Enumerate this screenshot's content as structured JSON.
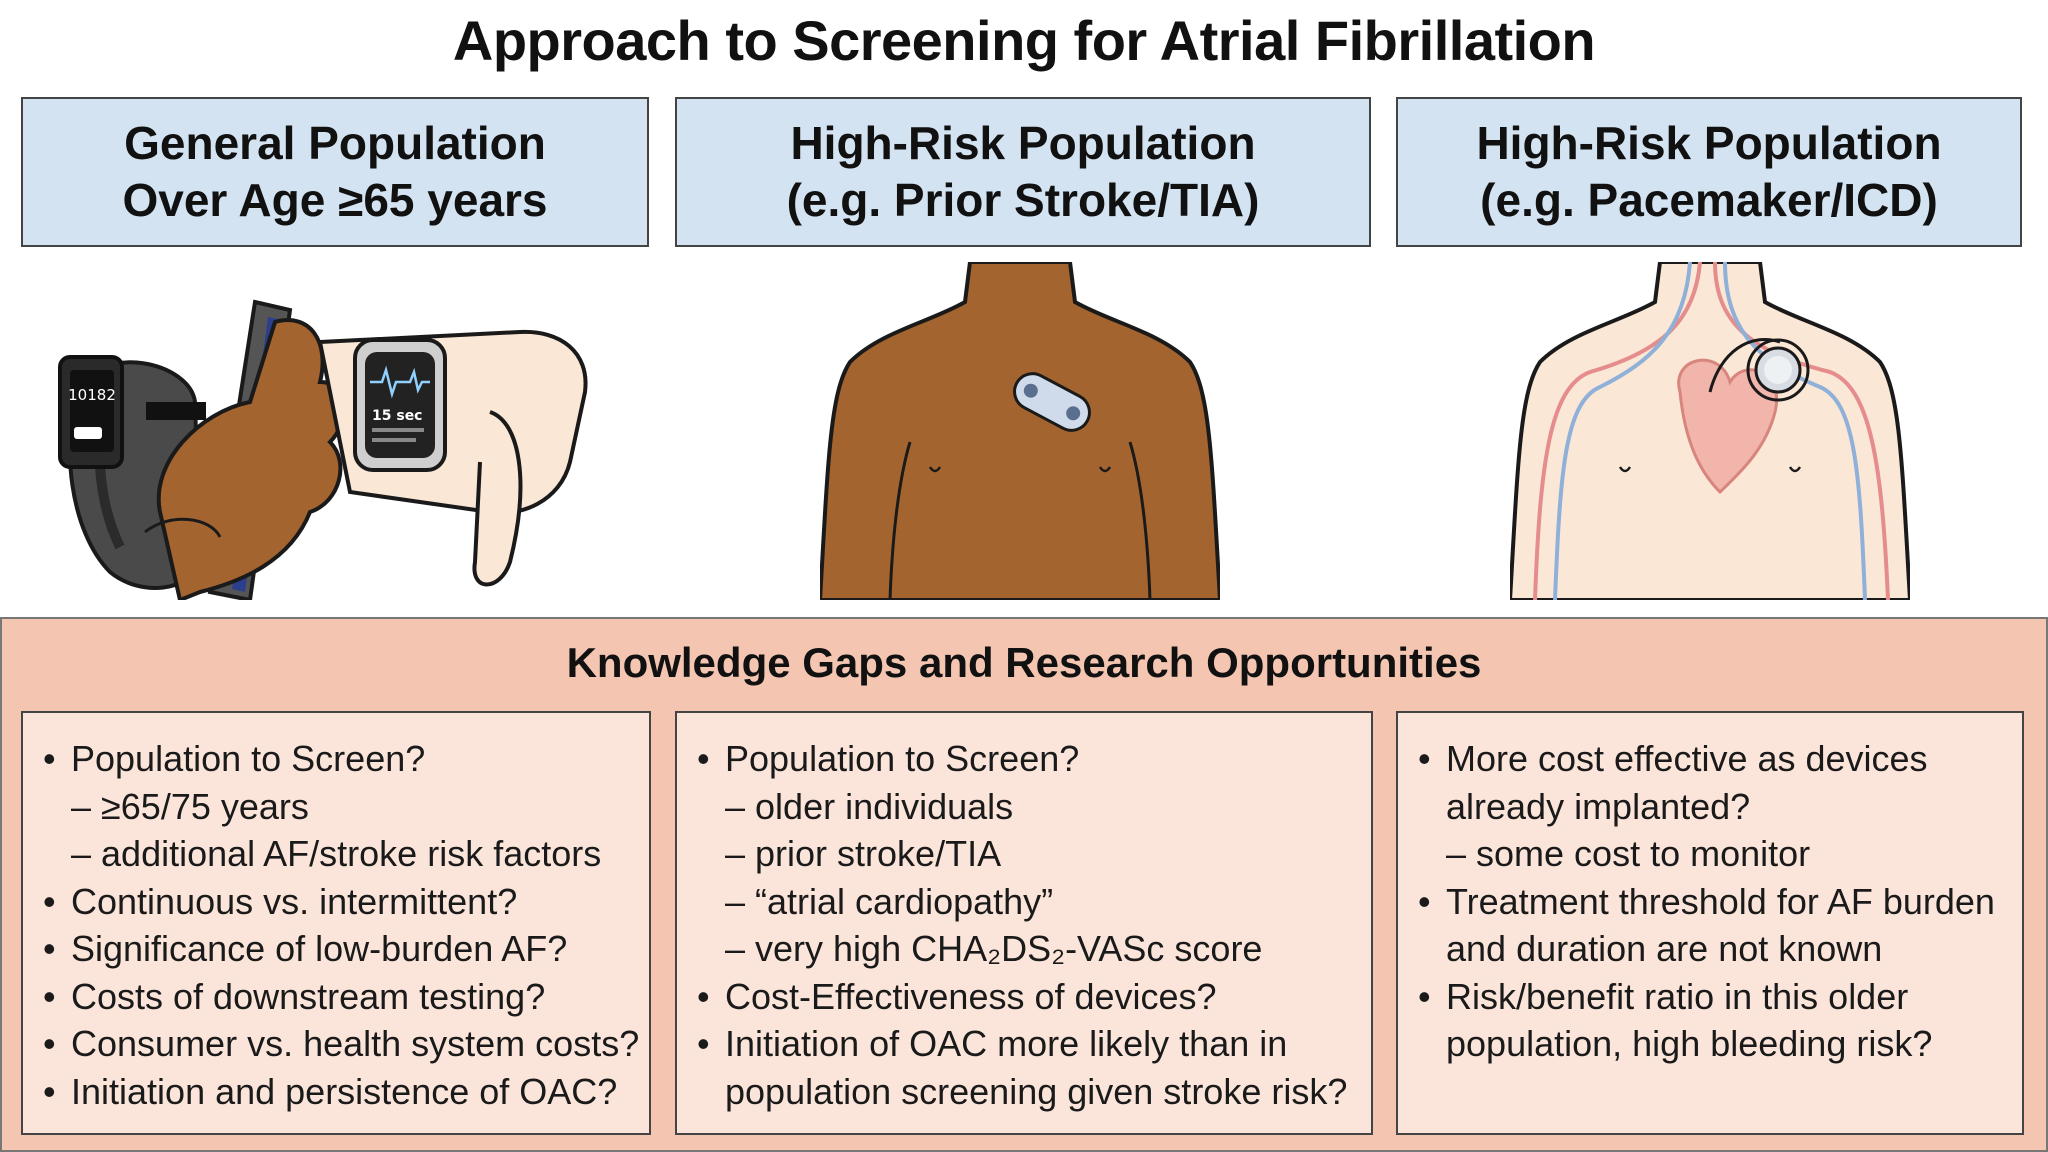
{
  "title": "Approach to Screening for Atrial Fibrillation",
  "headers": [
    {
      "line1": "General Population",
      "line2": "Over Age ≥65 years"
    },
    {
      "line1": "High-Risk Population",
      "line2": "(e.g. Prior Stroke/TIA)"
    },
    {
      "line1": "High-Risk Population",
      "line2": "(e.g. Pacemaker/ICD)"
    }
  ],
  "illustrations": {
    "wearables": {
      "band_display": "10182",
      "watch_label": "15 sec"
    },
    "patch": {},
    "pacemaker": {}
  },
  "colors": {
    "header_bg": "#d3e3f1",
    "panel_bg": "#f4c6b2",
    "box_bg": "#fbe5da",
    "skin_dark": "#a4642f",
    "skin_light": "#fbe7d6"
  },
  "gaps": {
    "title": "Knowledge Gaps and Research Opportunities",
    "col1": [
      {
        "type": "bullet",
        "text": "Population to Screen?"
      },
      {
        "type": "sub",
        "text": "– ≥65/75 years"
      },
      {
        "type": "sub",
        "text": "– additional AF/stroke risk factors"
      },
      {
        "type": "bullet",
        "text": "Continuous vs. intermittent?"
      },
      {
        "type": "bullet",
        "text": "Significance of low-burden AF?"
      },
      {
        "type": "bullet",
        "text": "Costs of downstream testing?"
      },
      {
        "type": "bullet",
        "text": "Consumer vs. health system costs?"
      },
      {
        "type": "bullet",
        "text": "Initiation and persistence of OAC?"
      }
    ],
    "col2": [
      {
        "type": "bullet",
        "text": "Population to Screen?"
      },
      {
        "type": "sub",
        "text": "– older individuals"
      },
      {
        "type": "sub",
        "text": "– prior stroke/TIA"
      },
      {
        "type": "sub",
        "text": "– “atrial cardiopathy”"
      },
      {
        "type": "sub",
        "text": "– very high CHA₂DS₂-VASc score"
      },
      {
        "type": "bullet",
        "text": "Cost-Effectiveness of devices?"
      },
      {
        "type": "bullet",
        "text": "Initiation of OAC more likely than in"
      },
      {
        "type": "cont",
        "text": "population screening given stroke risk?"
      }
    ],
    "col3": [
      {
        "type": "bullet",
        "text": "More cost effective as devices"
      },
      {
        "type": "cont",
        "text": "already implanted?"
      },
      {
        "type": "sub",
        "text": "– some cost to monitor"
      },
      {
        "type": "bullet",
        "text": "Treatment threshold for AF burden"
      },
      {
        "type": "cont",
        "text": "and duration are not known"
      },
      {
        "type": "bullet",
        "text": "Risk/benefit ratio in this older"
      },
      {
        "type": "cont",
        "text": "population, high bleeding risk?"
      }
    ]
  }
}
